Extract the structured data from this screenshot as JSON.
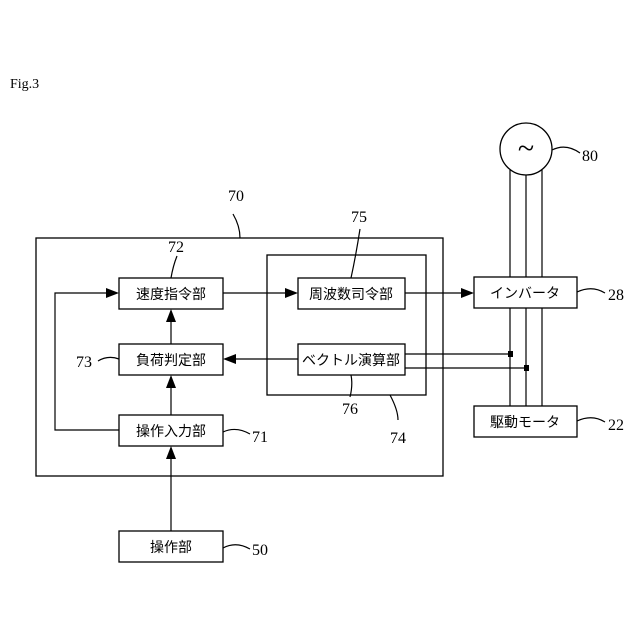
{
  "figure_label": "Fig.3",
  "blocks": {
    "speed_command": "速度指令部",
    "load_judgment": "負荷判定部",
    "operation_input": "操作入力部",
    "operation": "操作部",
    "frequency_command": "周波数司令部",
    "vector_calc": "ベクトル演算部",
    "inverter": "インバータ",
    "drive_motor": "駆動モータ"
  },
  "refs": {
    "controller": "70",
    "input_unit": "71",
    "speed_command": "72",
    "load_judgment": "73",
    "inverter_control": "74",
    "frequency_command": "75",
    "vector_calc": "76",
    "operation": "50",
    "drive_motor": "22",
    "inverter": "28",
    "power_source": "80"
  },
  "power_source_symbol": "~"
}
